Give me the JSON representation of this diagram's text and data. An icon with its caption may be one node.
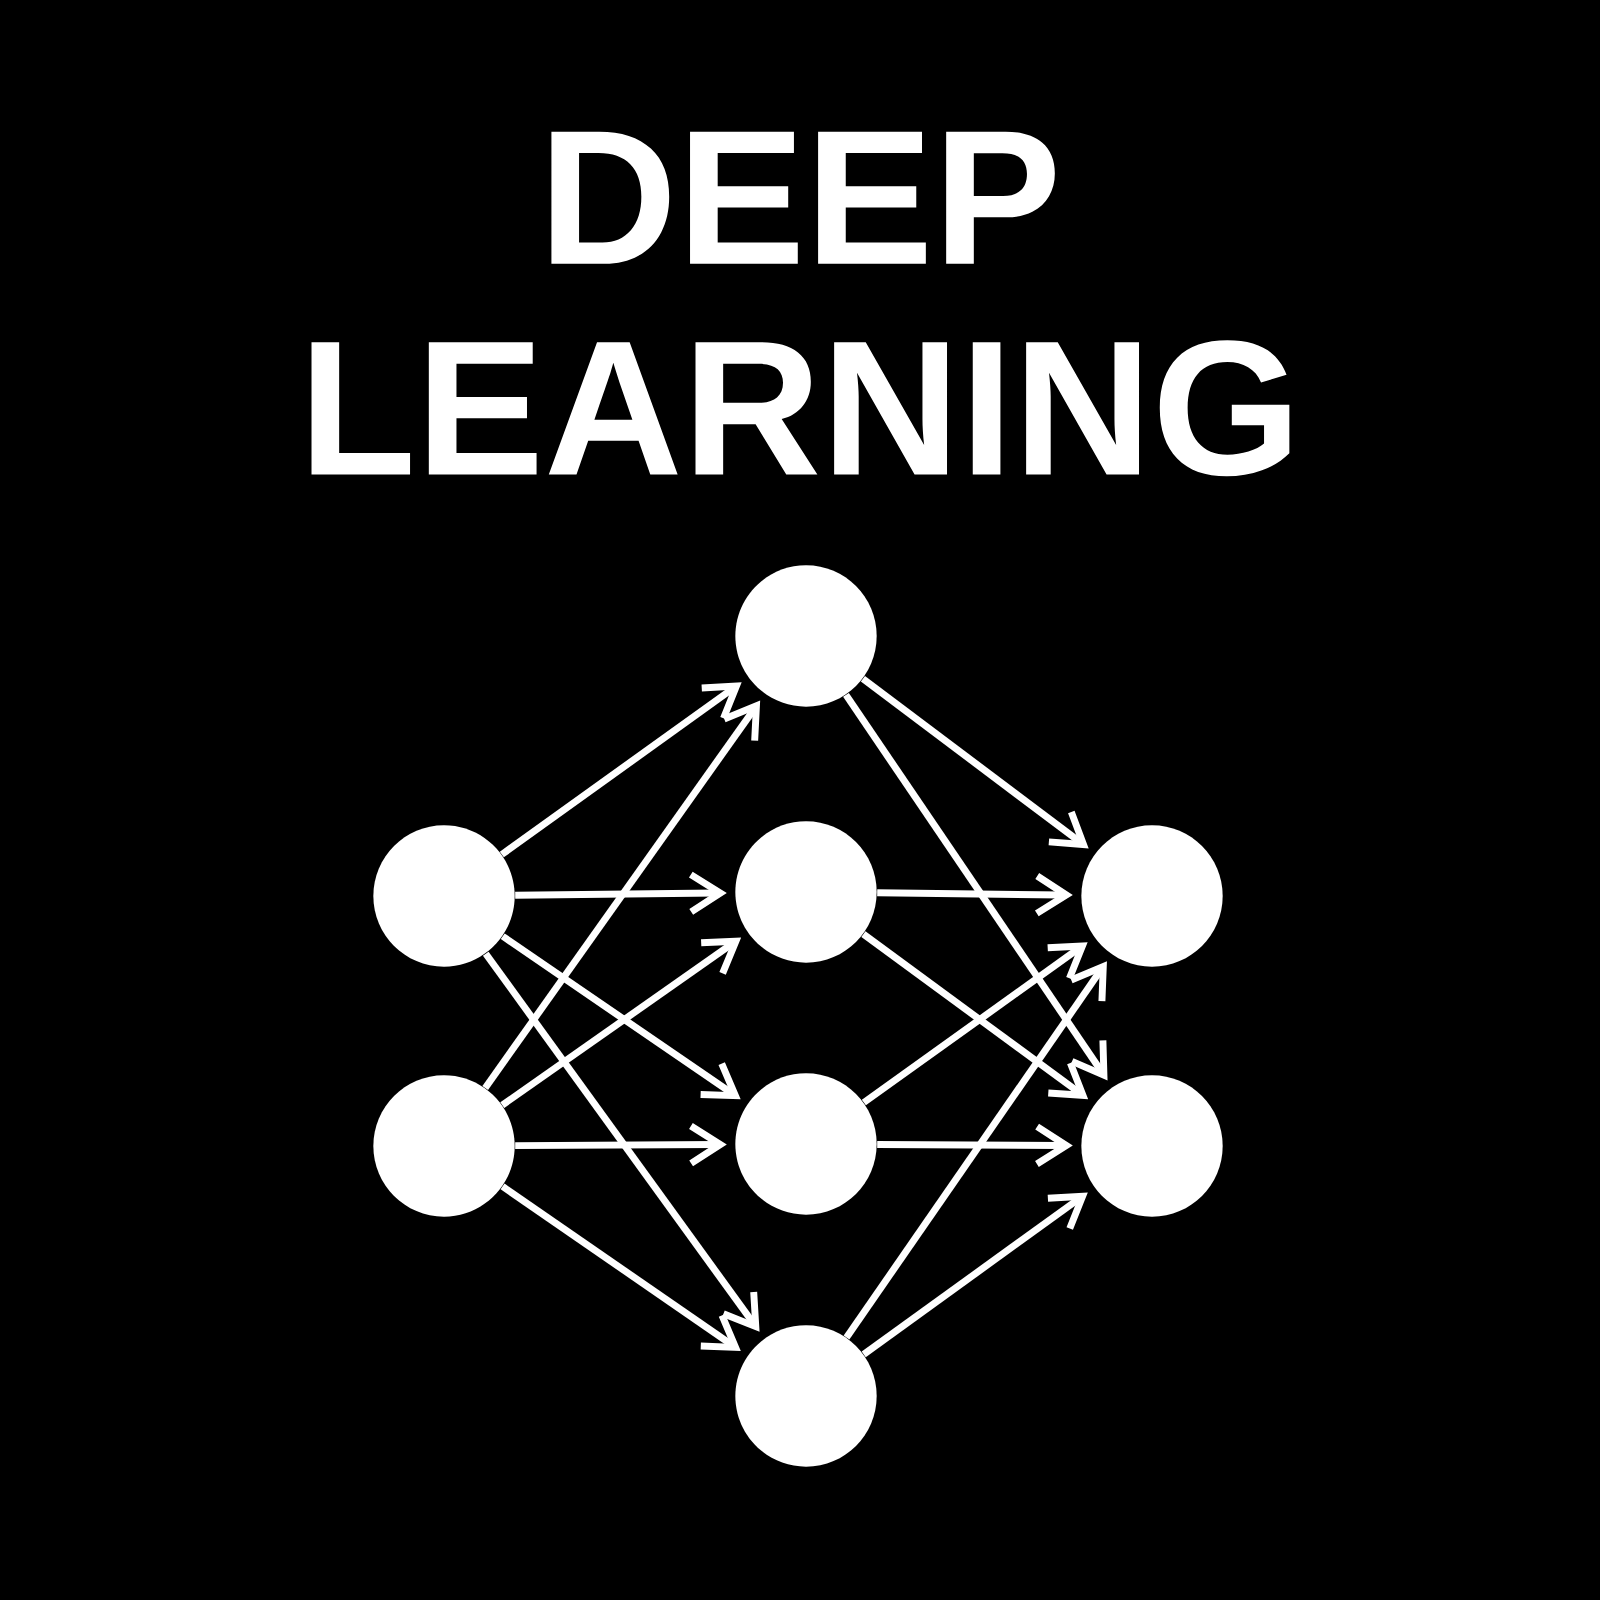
{
  "diagram": {
    "title": "DEEP LEARNING",
    "nodes": [
      {
        "text": [],
        "shape": "circle"
      },
      {
        "text": [],
        "shape": "circle"
      },
      {
        "text": [],
        "shape": "circle"
      },
      {
        "text": [],
        "shape": "circle"
      },
      {
        "text": [],
        "shape": "circle"
      },
      {
        "text": [],
        "shape": "circle"
      },
      {
        "text": [],
        "shape": "circle"
      },
      {
        "text": [],
        "shape": "circle"
      }
    ],
    "edges": [
      {
        "from": 0,
        "to": 2,
        "arrow": "to"
      },
      {
        "from": 0,
        "to": 3,
        "arrow": "to"
      },
      {
        "from": 0,
        "to": 4,
        "arrow": "to"
      },
      {
        "from": 0,
        "to": 5,
        "arrow": "to"
      },
      {
        "from": 1,
        "to": 2,
        "arrow": "to"
      },
      {
        "from": 1,
        "to": 3,
        "arrow": "to"
      },
      {
        "from": 1,
        "to": 4,
        "arrow": "to"
      },
      {
        "from": 1,
        "to": 5,
        "arrow": "to"
      },
      {
        "from": 2,
        "to": 6,
        "arrow": "to"
      },
      {
        "from": 2,
        "to": 7,
        "arrow": "to"
      },
      {
        "from": 3,
        "to": 6,
        "arrow": "to"
      },
      {
        "from": 3,
        "to": 7,
        "arrow": "to"
      },
      {
        "from": 4,
        "to": 6,
        "arrow": "to"
      },
      {
        "from": 4,
        "to": 7,
        "arrow": "to"
      },
      {
        "from": 5,
        "to": 6,
        "arrow": "to"
      },
      {
        "from": 5,
        "to": 7,
        "arrow": "to"
      }
    ]
  }
}
